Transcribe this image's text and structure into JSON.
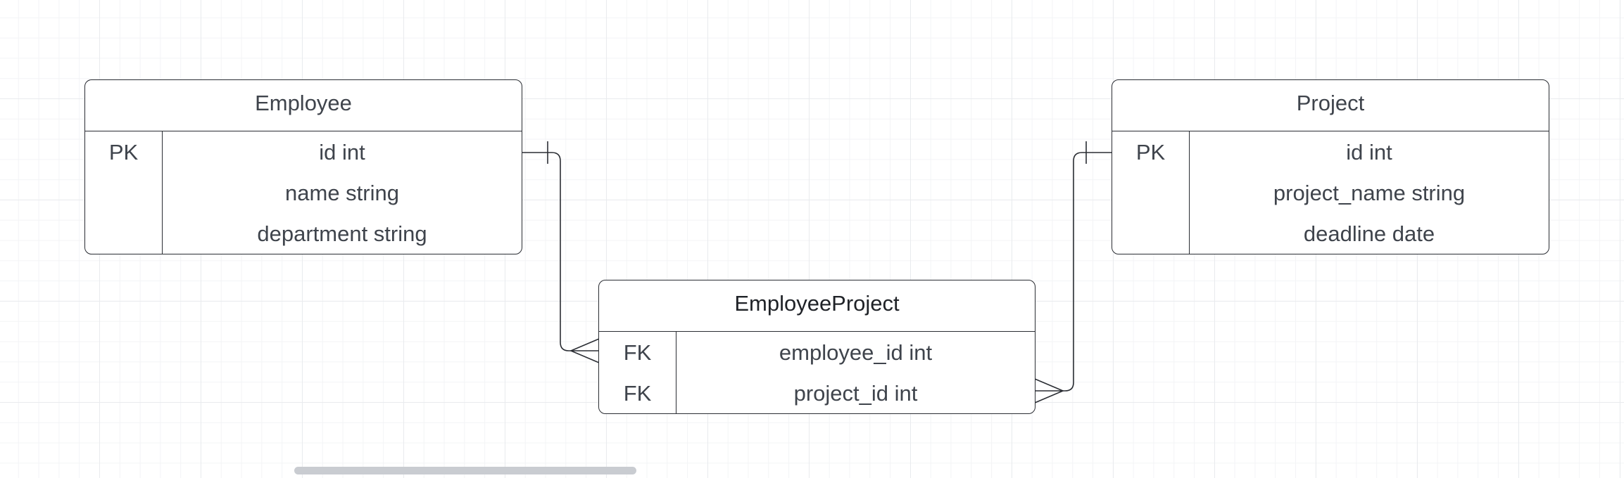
{
  "diagram": {
    "type": "entity-relationship",
    "entities": [
      {
        "name": "Employee",
        "rows": [
          {
            "key": "PK",
            "attr": "id int"
          },
          {
            "key": "",
            "attr": "name string"
          },
          {
            "key": "",
            "attr": "department string"
          }
        ]
      },
      {
        "name": "Project",
        "rows": [
          {
            "key": "PK",
            "attr": "id int"
          },
          {
            "key": "",
            "attr": "project_name string"
          },
          {
            "key": "",
            "attr": "deadline date"
          }
        ]
      },
      {
        "name": "EmployeeProject",
        "rows": [
          {
            "key": "FK",
            "attr": "employee_id int"
          },
          {
            "key": "FK",
            "attr": "project_id int"
          }
        ]
      }
    ],
    "relationships": [
      {
        "from": "Employee.id",
        "to": "EmployeeProject.employee_id",
        "from_end": "one",
        "to_end": "many"
      },
      {
        "from": "Project.id",
        "to": "EmployeeProject.project_id",
        "from_end": "one",
        "to_end": "many"
      }
    ]
  },
  "colors": {
    "border": "#2a2d33",
    "text": "#3f444c",
    "grid": "#e9ebee",
    "scrollbar": "#c9ccd1"
  }
}
